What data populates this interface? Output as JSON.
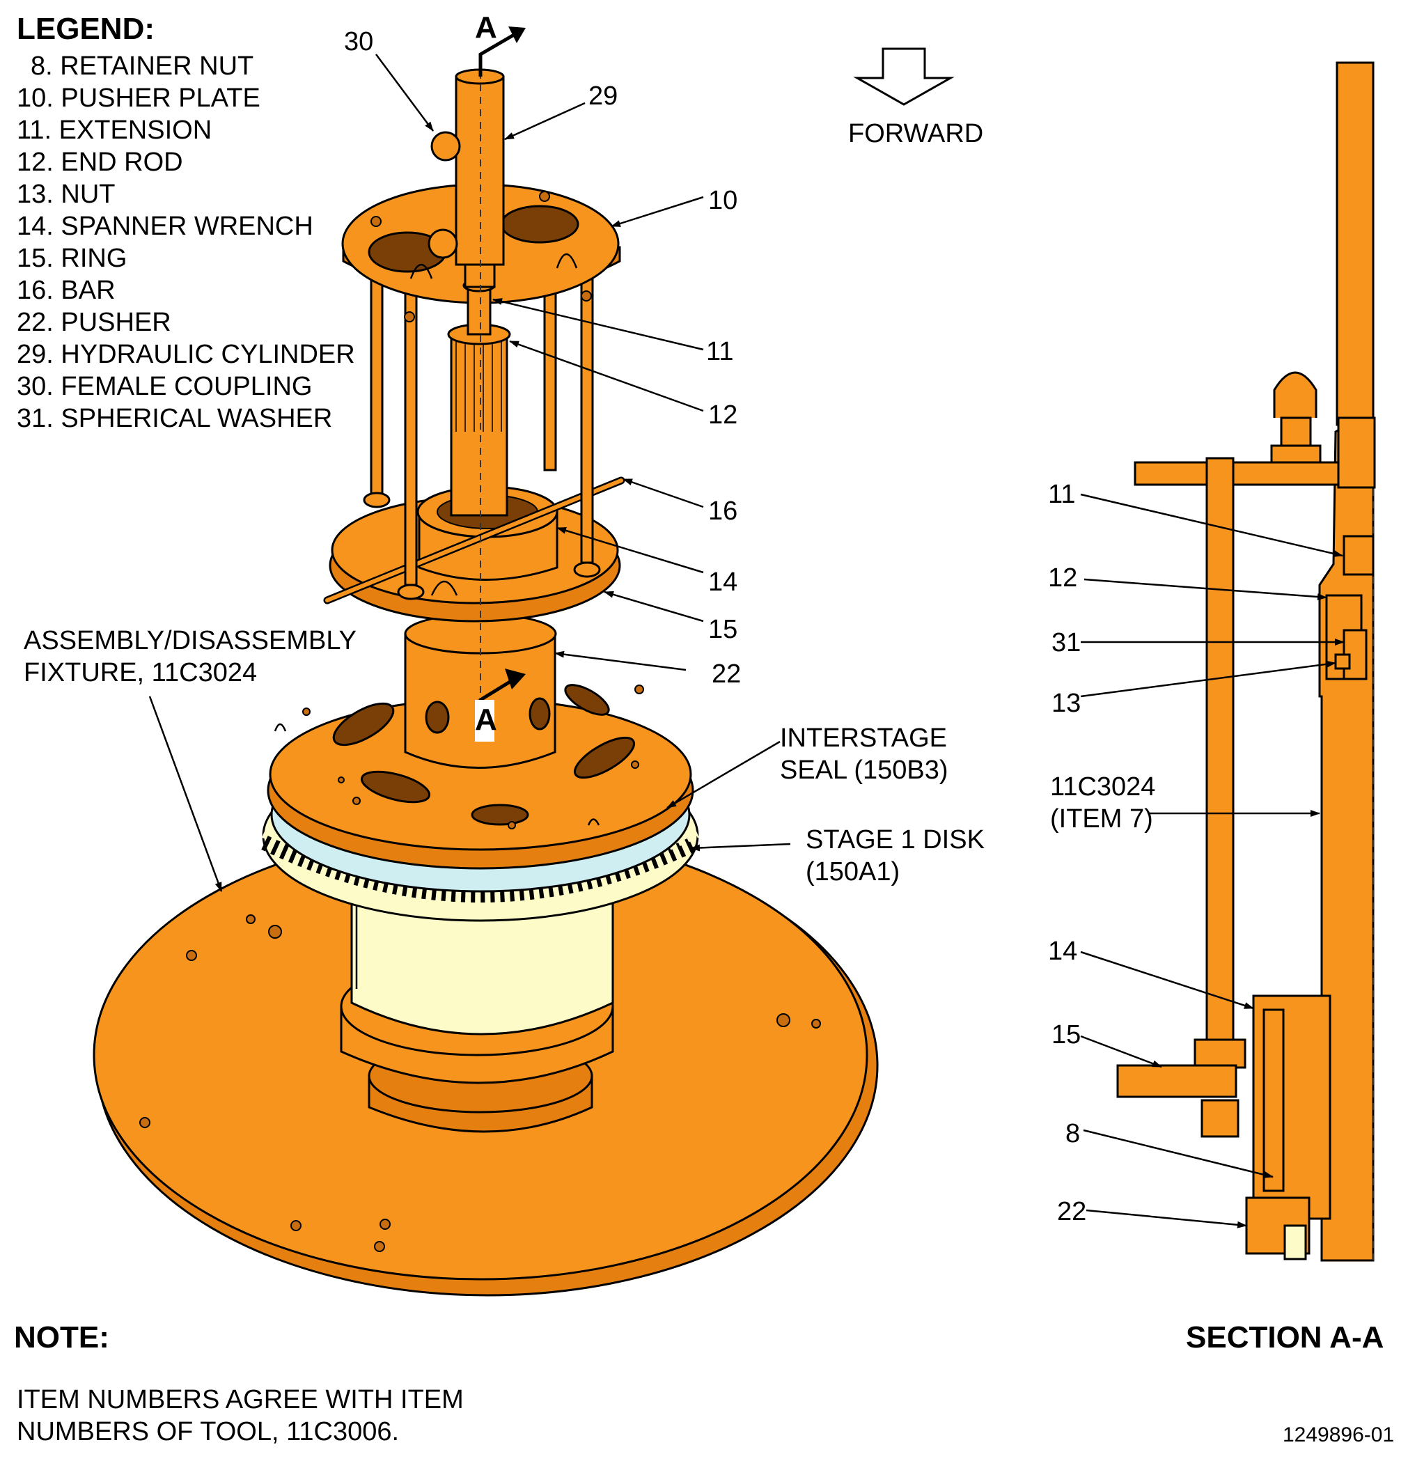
{
  "legend": {
    "title": "LEGEND:",
    "items": [
      "8. RETAINER NUT",
      "10. PUSHER PLATE",
      "11. EXTENSION",
      "12. END ROD",
      "13. NUT",
      "14. SPANNER WRENCH",
      "15. RING",
      "16. BAR",
      "22. PUSHER",
      "29. HYDRAULIC CYLINDER",
      "30. FEMALE COUPLING",
      "31. SPHERICAL WASHER"
    ]
  },
  "forward_label": "FORWARD",
  "section_marker": "A",
  "callouts_main": {
    "c30": "30",
    "c29": "29",
    "c10": "10",
    "c11": "11",
    "c12": "12",
    "c16": "16",
    "c14": "14",
    "c15": "15",
    "c22": "22"
  },
  "fixture_label": [
    "ASSEMBLY/DISASSEMBLY",
    "FIXTURE, 11C3024"
  ],
  "seal_label": [
    "INTERSTAGE",
    "SEAL (150B3)"
  ],
  "disk_label": [
    "STAGE 1 DISK",
    "(150A1)"
  ],
  "section_callouts": {
    "s11": "11",
    "s12": "12",
    "s31": "31",
    "s13": "13",
    "s7a": "11C3024",
    "s7b": "(ITEM 7)",
    "s14": "14",
    "s15": "15",
    "s8": "8",
    "s22": "22"
  },
  "note": {
    "title": "NOTE:",
    "lines": [
      "ITEM NUMBERS AGREE WITH ITEM",
      "NUMBERS OF TOOL, 11C3006."
    ]
  },
  "section_title": "SECTION A-A",
  "figure_number": "1249896-01",
  "colors": {
    "part": "#f7941d",
    "part_dark": "#e57f10",
    "disk_body": "#fdfbc8",
    "seal": "#cfeef2"
  }
}
